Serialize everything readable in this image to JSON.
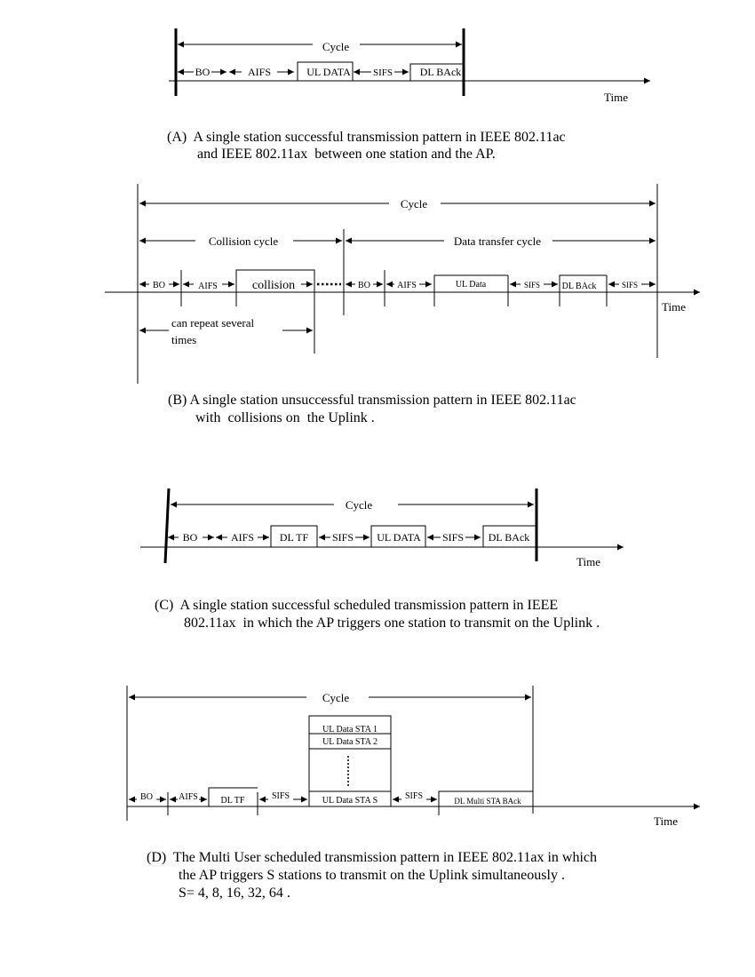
{
  "labels": {
    "cycle": "Cycle",
    "time": "Time",
    "bo": "BO",
    "aifs": "AIFS",
    "sifs": "SIFS",
    "ul_data_caps": "UL DATA",
    "ul_data": "UL Data",
    "dl_back": "DL BAck",
    "dl_tf": "DL TF",
    "collision": "collision",
    "collision_cycle": "Collision cycle",
    "data_transfer_cycle": "Data transfer cycle",
    "repeat_line1": "can repeat several",
    "repeat_line2": "times",
    "ul_sta_1": "UL Data STA 1",
    "ul_sta_2": "UL Data STA 2",
    "ul_sta_s": "UL Data STA S",
    "dl_multi": "DL Multi STA BAck"
  },
  "captions": {
    "a_line1": "(A)  A single station successful transmission pattern in IEEE 802.11ac",
    "a_line2": "and IEEE 802.11ax  between one station and the AP.",
    "b_line1": "(B) A single station unsuccessful transmission pattern in IEEE 802.11ac",
    "b_line2": "with  collisions on  the Uplink .",
    "c_line1": "(C)  A single station successful scheduled transmission pattern in IEEE",
    "c_line2": "802.11ax  in which the AP triggers one station to transmit on the Uplink .",
    "d_line1": "(D)  The Multi User scheduled transmission pattern in IEEE 802.11ax in which",
    "d_line2": "the AP triggers S stations to transmit on the Uplink simultaneously .",
    "d_line3": "S= 4, 8, 16, 32, 64 ."
  }
}
